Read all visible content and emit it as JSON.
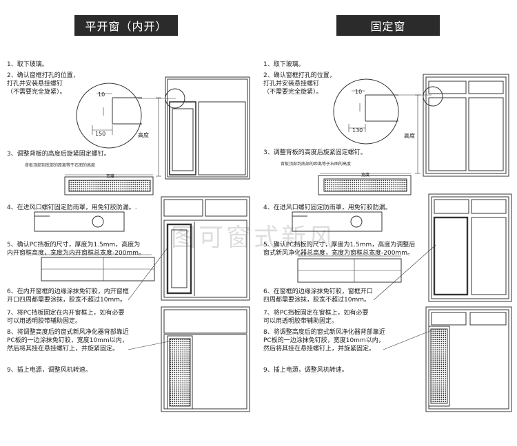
{
  "headers": {
    "left": "平开窗（内开）",
    "right": "固定窗"
  },
  "left_steps": [
    "1、取下玻璃。",
    "2、确认窗框打孔的位置，\n打孔并安装悬挂螺钉\n（不需要完全旋紧）。",
    "3、调整背板的高度后旋紧固定螺钉。",
    "4、在进风口螺钉固定防雨罩，用免钉胶防漏。.",
    "5、确认PC挡板的尺寸，厚度为1.5mm，高度为\n内开窗框高度，宽度为内开窗框总宽度-200mm。",
    "6、在内开窗框的边缘涂抹免钉胶，内开窗框\n开口四周都需要涂抹，胶宽不超过10mm。",
    "7、将PC挡板固定在内开窗框上，如有必要\n可以用透明胶带辅助固定。",
    "8、将调整高度后的窗式新风净化器背部靠近\nPC板的一边涂抹免钉胶，宽度10mm以内，\n然后将其挂在悬挂螺钉上，并旋紧固定。",
    "9、插上电源，调整风机转速。"
  ],
  "right_steps": [
    "1、取下玻璃。",
    "2、确认窗框打孔的位置，\n打孔并安装悬挂螺钉\n（不需要完全旋紧）。",
    "3、调整背板的高度后旋紧固定螺钉。",
    "4、在进风口螺钉固定防雨罩，用免钉胶防漏。",
    "5、确认PC挡板的尺寸，厚度为1.5mm，高度为调整后\n窗式新风净化器总高度，宽度为窗框总宽度-200mm。",
    "6、在窗框的边缘涂抹免钉胶，窗框开口\n四周都需要涂抹，胶宽不超过10mm。",
    "7、将PC挡板固定在窗框上，如有必要\n可以用透明胶带辅助固定。",
    "8、将调整高度后的窗式新风净化器背部靠近\nPC板的一边涂抹免钉胶，宽度10mm以内，\n然后将其挂在悬挂螺钉上，并旋紧固定。",
    "9、插上电源，调整风机转速。"
  ],
  "notes": {
    "backplate": "背板顶部到底部的距离等于右图的高度",
    "width": "宽度",
    "height": "高度"
  },
  "dimensions": {
    "left_top": "10",
    "left_side": "150",
    "right_top": "10",
    "right_side": "130"
  },
  "watermark": "图可窗式新风"
}
